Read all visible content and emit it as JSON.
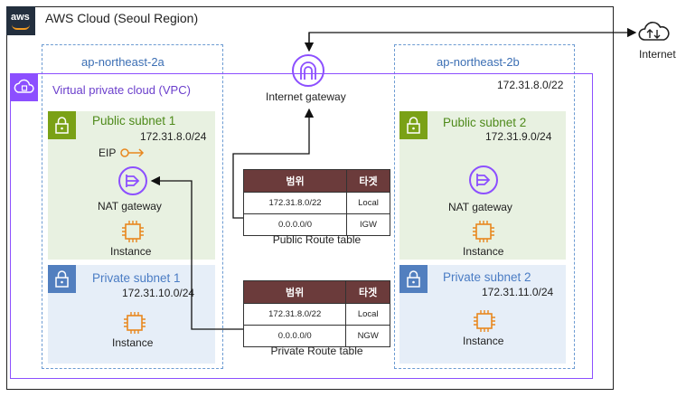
{
  "cloud": {
    "title": "AWS Cloud (Seoul Region)",
    "logo_text": "aws"
  },
  "internet": {
    "label": "Internet"
  },
  "azs": [
    {
      "name": "ap-northeast-2a"
    },
    {
      "name": "ap-northeast-2b"
    }
  ],
  "vpc": {
    "label": "Virtual private cloud (VPC)",
    "cidr": "172.31.8.0/22"
  },
  "igw": {
    "label": "Internet gateway"
  },
  "subnets": {
    "public1": {
      "title": "Public subnet 1",
      "cidr": "172.31.8.0/24",
      "eip": "EIP",
      "nat": "NAT gateway",
      "instance": "Instance"
    },
    "private1": {
      "title": "Private subnet 1",
      "cidr": "172.31.10.0/24",
      "instance": "Instance"
    },
    "public2": {
      "title": "Public subnet 2",
      "cidr": "172.31.9.0/24",
      "nat": "NAT gateway",
      "instance": "Instance"
    },
    "private2": {
      "title": "Private subnet 2",
      "cidr": "172.31.11.0/24",
      "instance": "Instance"
    }
  },
  "public_rt": {
    "caption": "Public Route table",
    "headers": [
      "범위",
      "타겟"
    ],
    "rows": [
      [
        "172.31.8.0/22",
        "Local"
      ],
      [
        "0.0.0.0/0",
        "IGW"
      ]
    ]
  },
  "private_rt": {
    "caption": "Private Route table",
    "headers": [
      "범위",
      "타겟"
    ],
    "rows": [
      [
        "172.31.8.0/22",
        "Local"
      ],
      [
        "0.0.0.0/0",
        "NGW"
      ]
    ]
  },
  "colors": {
    "vpc": "#8c4fff",
    "public_subnet": "#7aa116",
    "private_subnet": "#527fbf",
    "table_header": "#6b3b3b",
    "az_border": "#6c9bd2",
    "instance": "#e8871e"
  }
}
